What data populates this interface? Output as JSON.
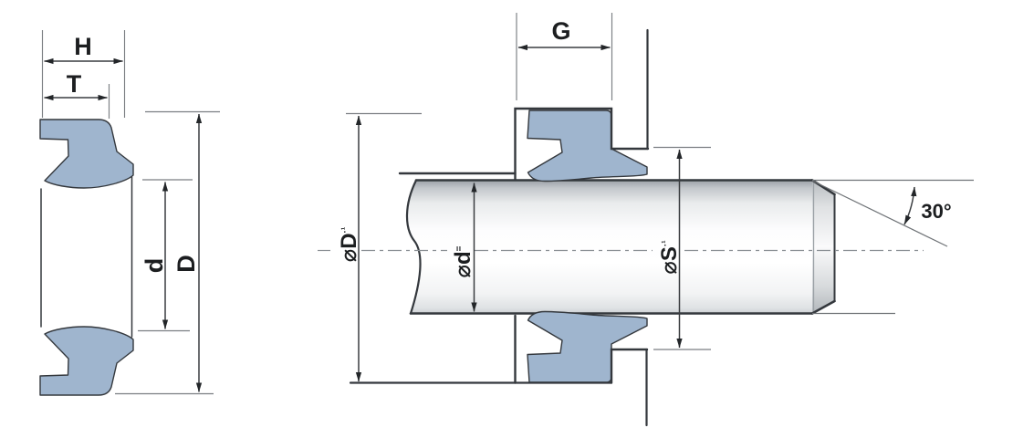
{
  "drawing": {
    "left_view": {
      "section_width_label": "H",
      "lip_width_label": "T",
      "inner_diameter_label": "d",
      "outer_diameter_label": "D"
    },
    "right_view": {
      "groove_width_label": "G",
      "groove_bore_label": "⌀D",
      "groove_bore_tolerance": "·¹",
      "rod_diameter_label": "⌀d",
      "rod_diameter_tolerance": "=",
      "seat_diameter_label": "⌀S",
      "seat_diameter_tolerance": "·¹",
      "chamfer_angle_label": "30°"
    },
    "colors": {
      "seal": "#9fb5ce",
      "line": "#34383d",
      "dim": "#6f7377",
      "text": "#1c1e20"
    }
  }
}
